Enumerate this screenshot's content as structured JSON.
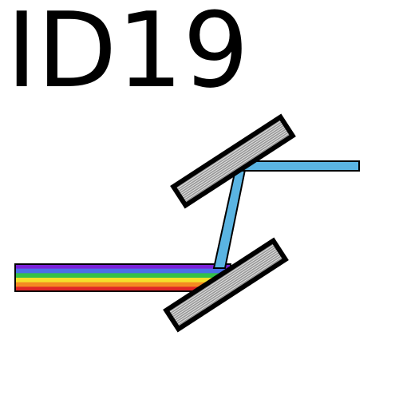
{
  "title": "ID19",
  "colors": {
    "background": "#ffffff",
    "text": "#000000",
    "outline": "#000000",
    "mirror_fill": "#9a9a9a",
    "mirror_stripes": "#e8e8e8",
    "reflected_beam": "#5ab4e2"
  },
  "incident_beam_bands": [
    {
      "name": "violet",
      "color": "#7a22d8"
    },
    {
      "name": "blue",
      "color": "#4b6ee8"
    },
    {
      "name": "green",
      "color": "#33c04a"
    },
    {
      "name": "yellow",
      "color": "#f4e02a"
    },
    {
      "name": "orange",
      "color": "#f48a22"
    },
    {
      "name": "red",
      "color": "#e02626"
    }
  ]
}
